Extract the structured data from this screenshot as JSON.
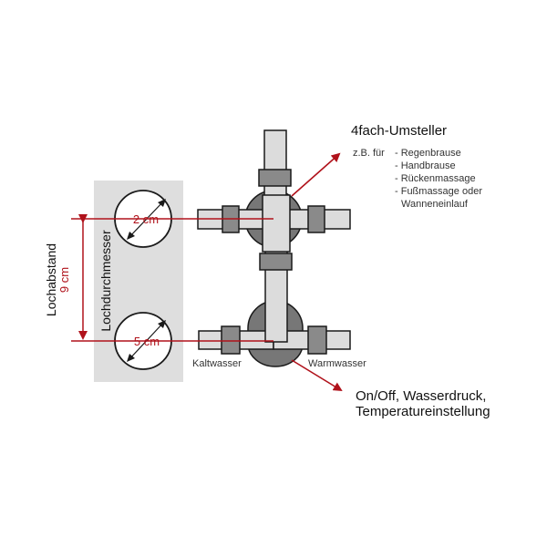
{
  "valve_title": "4fach-Umsteller",
  "example_prefix": "z.B. für",
  "functions": [
    "- Regenbrause",
    "- Handbrause",
    "- Rückenmassage",
    "- Fußmassage oder",
    "Wanneneinlauf"
  ],
  "hole_small_label": "2 cm",
  "hole_large_label": "5 cm",
  "hole_spacing_label": "9 cm",
  "lochabstand_label": "Lochabstand",
  "lochdurchmesser_label": "Lochdurchmesser",
  "kaltwasser_label": "Kaltwasser",
  "warmwasser_label": "Warmwasser",
  "lower_valve_text": [
    "On/Off, Wasserdruck,",
    "Temperatureinstellung"
  ],
  "colors": {
    "accent_red": "#b0121b",
    "panel_gray": "#dedede",
    "pipe_light": "#dcdcdc",
    "fitting_dark": "#8a8a8a",
    "valve_body": "#777777"
  }
}
